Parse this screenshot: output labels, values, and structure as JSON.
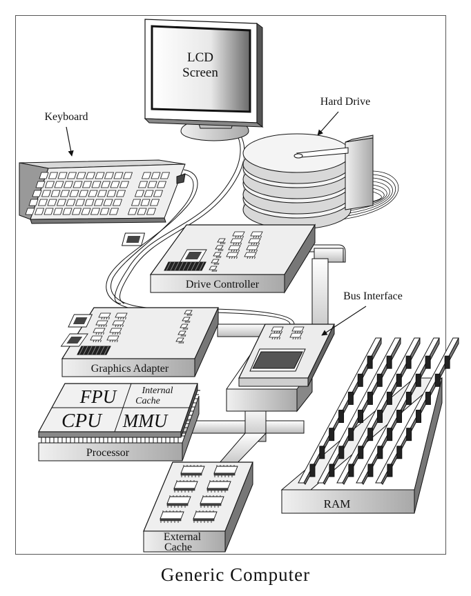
{
  "caption": "Generic Computer",
  "labels": {
    "lcd_line1": "LCD",
    "lcd_line2": "Screen",
    "keyboard": "Keyboard",
    "hard_drive": "Hard Drive",
    "drive_controller": "Drive Controller",
    "bus_interface": "Bus Interface",
    "graphics_adapter": "Graphics Adapter",
    "fpu": "FPU",
    "internal_cache_line1": "Internal",
    "internal_cache_line2": "Cache",
    "cpu": "CPU",
    "mmu": "MMU",
    "processor": "Processor",
    "ram": "RAM",
    "external_cache_line1": "External",
    "external_cache_line2": "Cache"
  },
  "colors": {
    "line": "#111111",
    "board_top": "#e6e6e6",
    "board_front": "#bdbdbd",
    "chip": "#2a2a2a",
    "bus": "#e8e8e8"
  }
}
